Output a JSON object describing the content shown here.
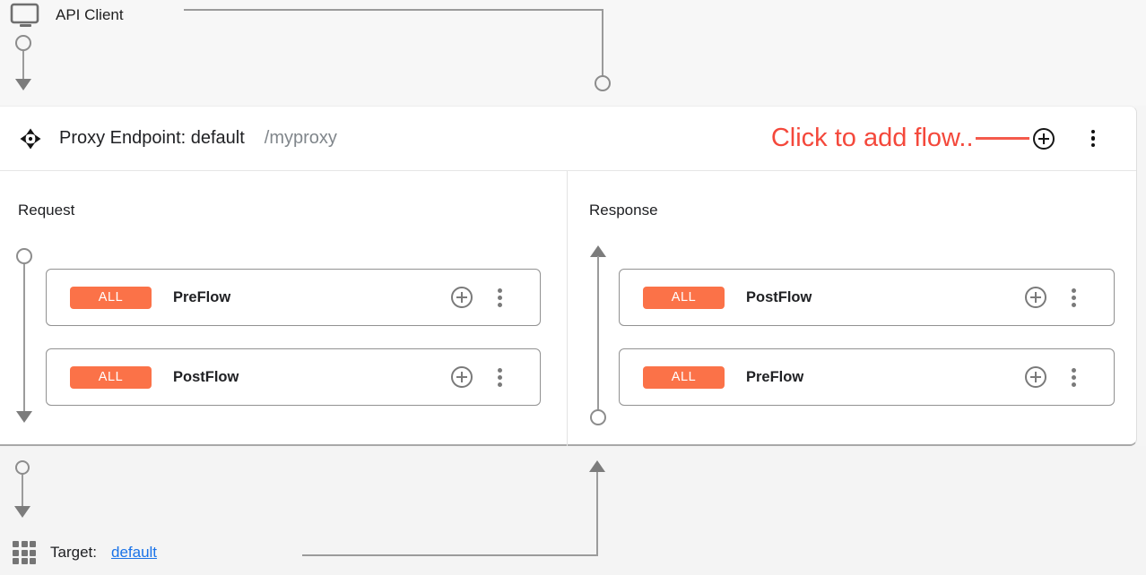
{
  "colors": {
    "badge_orange": "#fb7248",
    "annotation_red": "#f4483b",
    "link_blue": "#1a73e8",
    "connector_gray": "#9b9b9b"
  },
  "icons": {
    "api_client": "monitor-icon",
    "proxy_endpoint": "endpoint-arrows-icon",
    "add_flow": "plus-circle-icon",
    "menu": "kebab-menu-icon",
    "target": "grid-icon"
  },
  "api_client": {
    "label": "API Client"
  },
  "proxy_endpoint": {
    "title": "Proxy Endpoint: default",
    "path": "/myproxy",
    "annotation": "Click to add flow.",
    "request": {
      "label": "Request",
      "flows": [
        {
          "condition": "ALL",
          "name": "PreFlow"
        },
        {
          "condition": "ALL",
          "name": "PostFlow"
        }
      ]
    },
    "response": {
      "label": "Response",
      "flows": [
        {
          "condition": "ALL",
          "name": "PostFlow"
        },
        {
          "condition": "ALL",
          "name": "PreFlow"
        }
      ]
    }
  },
  "target": {
    "label": "Target:",
    "link": "default"
  }
}
